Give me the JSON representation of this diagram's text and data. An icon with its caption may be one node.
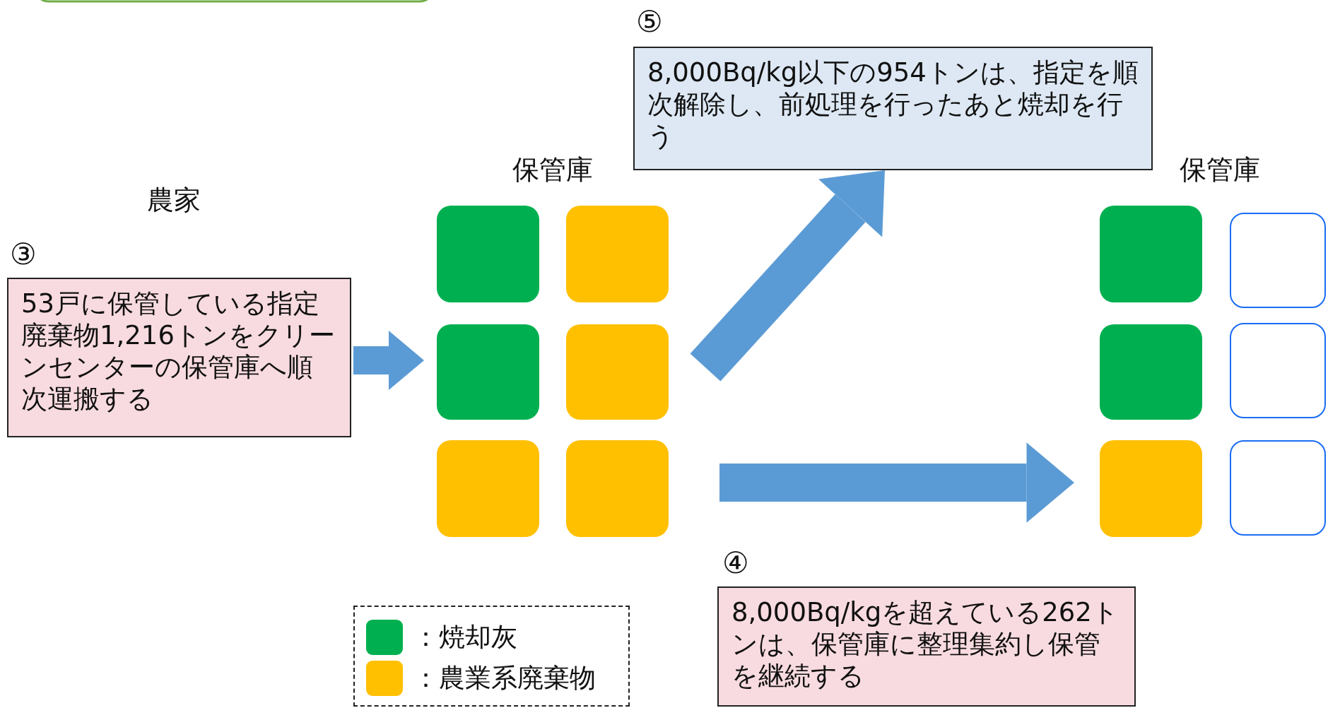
{
  "diagram": {
    "nodes": [
      {
        "text": [
          "53戸に保管している指定廃棄物1,216トンをクリーンセンターの保管庫へ順次運搬する"
        ],
        "beside": [
          "③"
        ]
      },
      {
        "text": [
          "保管庫"
        ]
      },
      {
        "text": [],
        "shape": "box",
        "in": 1
      },
      {
        "text": [],
        "shape": "box",
        "in": 1
      },
      {
        "text": [],
        "shape": "box",
        "in": 1
      },
      {
        "text": [],
        "shape": "box",
        "in": 1
      },
      {
        "text": [],
        "shape": "box",
        "in": 1
      },
      {
        "text": [],
        "shape": "box",
        "in": 1
      },
      {
        "text": [
          "8,000Bq/kg以下の954トンは、指定を順次解除し、前処理を行ったあと焼却を行う"
        ],
        "beside": [
          "⑤"
        ]
      },
      {
        "text": [
          "保管庫"
        ]
      },
      {
        "text": [],
        "shape": "box",
        "in": 9
      },
      {
        "text": [],
        "shape": "box",
        "in": 9
      },
      {
        "text": [],
        "shape": "box",
        "in": 9
      },
      {
        "text": [],
        "shape": "box",
        "in": 9
      },
      {
        "text": [],
        "shape": "box",
        "in": 9
      },
      {
        "text": [],
        "shape": "box",
        "in": 9
      },
      {
        "text": [
          "8,000Bq/kgを超えている262トンは、保管庫に整理集約し保管を継続する"
        ],
        "beside": [
          "④"
        ]
      }
    ],
    "edges": [
      {
        "from": 0,
        "to": 1,
        "arrow": "to"
      },
      {
        "from": 1,
        "to": 8,
        "arrow": "to"
      },
      {
        "from": 1,
        "to": 9,
        "arrow": "to"
      }
    ],
    "labels": [
      "農家"
    ],
    "legend": [
      {
        "text": "：焼却灰",
        "color": "#00b050"
      },
      {
        "text": "：農業系廃棄物",
        "color": "#ffc000"
      }
    ]
  }
}
